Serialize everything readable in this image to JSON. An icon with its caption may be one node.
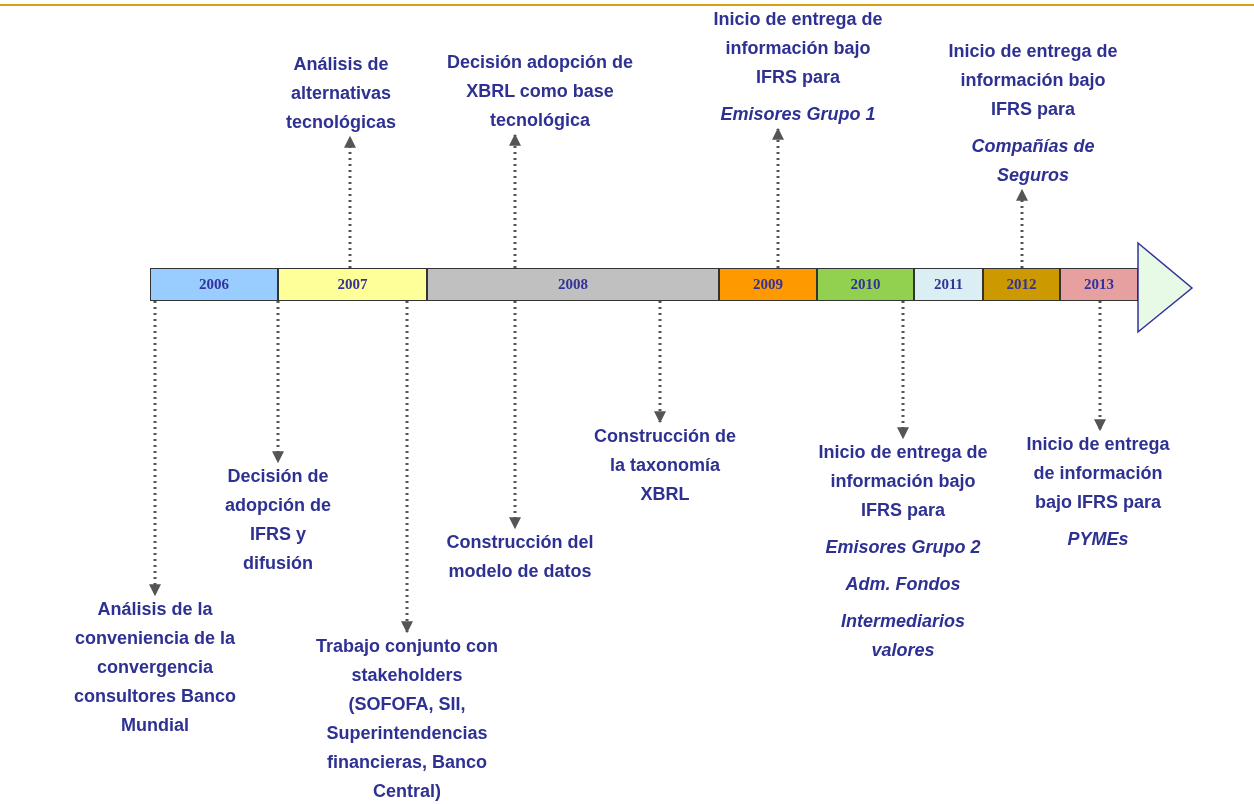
{
  "diagram": {
    "nodes": [
      {
        "text": [
          "2006"
        ]
      },
      {
        "text": [
          "2007"
        ]
      },
      {
        "text": [
          "2008"
        ]
      },
      {
        "text": [
          "2009"
        ]
      },
      {
        "text": [
          "2010"
        ]
      },
      {
        "text": [
          "2011"
        ]
      },
      {
        "text": [
          "2012"
        ]
      },
      {
        "text": [
          "2013"
        ]
      },
      {
        "text": [
          "Análisis de alternativas tecnológicas"
        ]
      },
      {
        "text": [
          "Decisión adopción de XBRL como base tecnológica"
        ]
      },
      {
        "text": [
          "Inicio de entrega de información bajo IFRS para",
          "Emisores Grupo 1"
        ]
      },
      {
        "text": [
          "Inicio de entrega de información bajo IFRS para",
          "Compañías de Seguros"
        ]
      },
      {
        "text": [
          "Análisis de la conveniencia de la convergencia consultores Banco Mundial"
        ]
      },
      {
        "text": [
          "Decisión de adopción de IFRS y difusión"
        ]
      },
      {
        "text": [
          "Trabajo conjunto con stakeholders (SOFOFA, SII, Superintendencias financieras,  Banco Central)"
        ]
      },
      {
        "text": [
          "Construcción del modelo de datos"
        ]
      },
      {
        "text": [
          "Construcción de la taxonomía XBRL"
        ]
      },
      {
        "text": [
          "Inicio de entrega de información bajo IFRS para",
          "Emisores Grupo 2",
          "Adm. Fondos",
          "Intermediarios valores"
        ]
      },
      {
        "text": [
          "Inicio de entrega de información bajo IFRS para",
          "PYMEs"
        ]
      }
    ],
    "edges": [
      {
        "from": 0,
        "to": 12,
        "arrow": "to"
      },
      {
        "from": 1,
        "to": 8,
        "arrow": "to"
      },
      {
        "from": 1,
        "to": 13,
        "arrow": "to"
      },
      {
        "from": 1,
        "to": 14,
        "arrow": "to"
      },
      {
        "from": 2,
        "to": 9,
        "arrow": "to"
      },
      {
        "from": 2,
        "to": 15,
        "arrow": "to"
      },
      {
        "from": 2,
        "to": 16,
        "arrow": "to"
      },
      {
        "from": 3,
        "to": 10,
        "arrow": "to"
      },
      {
        "from": 4,
        "to": 17,
        "arrow": "to"
      },
      {
        "from": 6,
        "to": 11,
        "arrow": "to"
      },
      {
        "from": 7,
        "to": 18,
        "arrow": "to"
      }
    ]
  }
}
